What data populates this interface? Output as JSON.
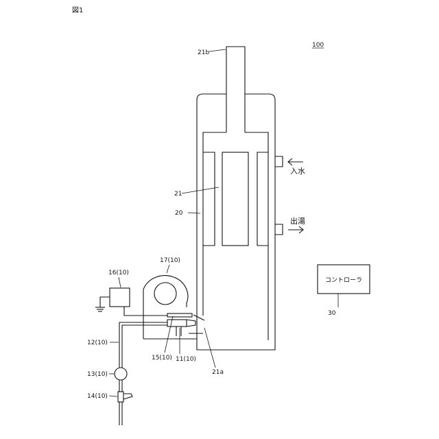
{
  "figure": {
    "title": "図1"
  },
  "labels": {
    "system": "100",
    "chimney": "21b",
    "heat_exchanger_inner": "21",
    "tank": "20",
    "blower": "17(10)",
    "ignition_unit": "16(10)",
    "gas_pipe": "12(10)",
    "valve": "13(10)",
    "regulator": "14(10)",
    "igniter": "15(10)",
    "burner": "11(10)",
    "combustion_chamber": "21a",
    "controller_ref": "30",
    "controller_text": "コントローラ",
    "water_in": "入水",
    "hot_water_out": "出湯"
  },
  "colors": {
    "line": "#111111",
    "background": "#ffffff"
  }
}
